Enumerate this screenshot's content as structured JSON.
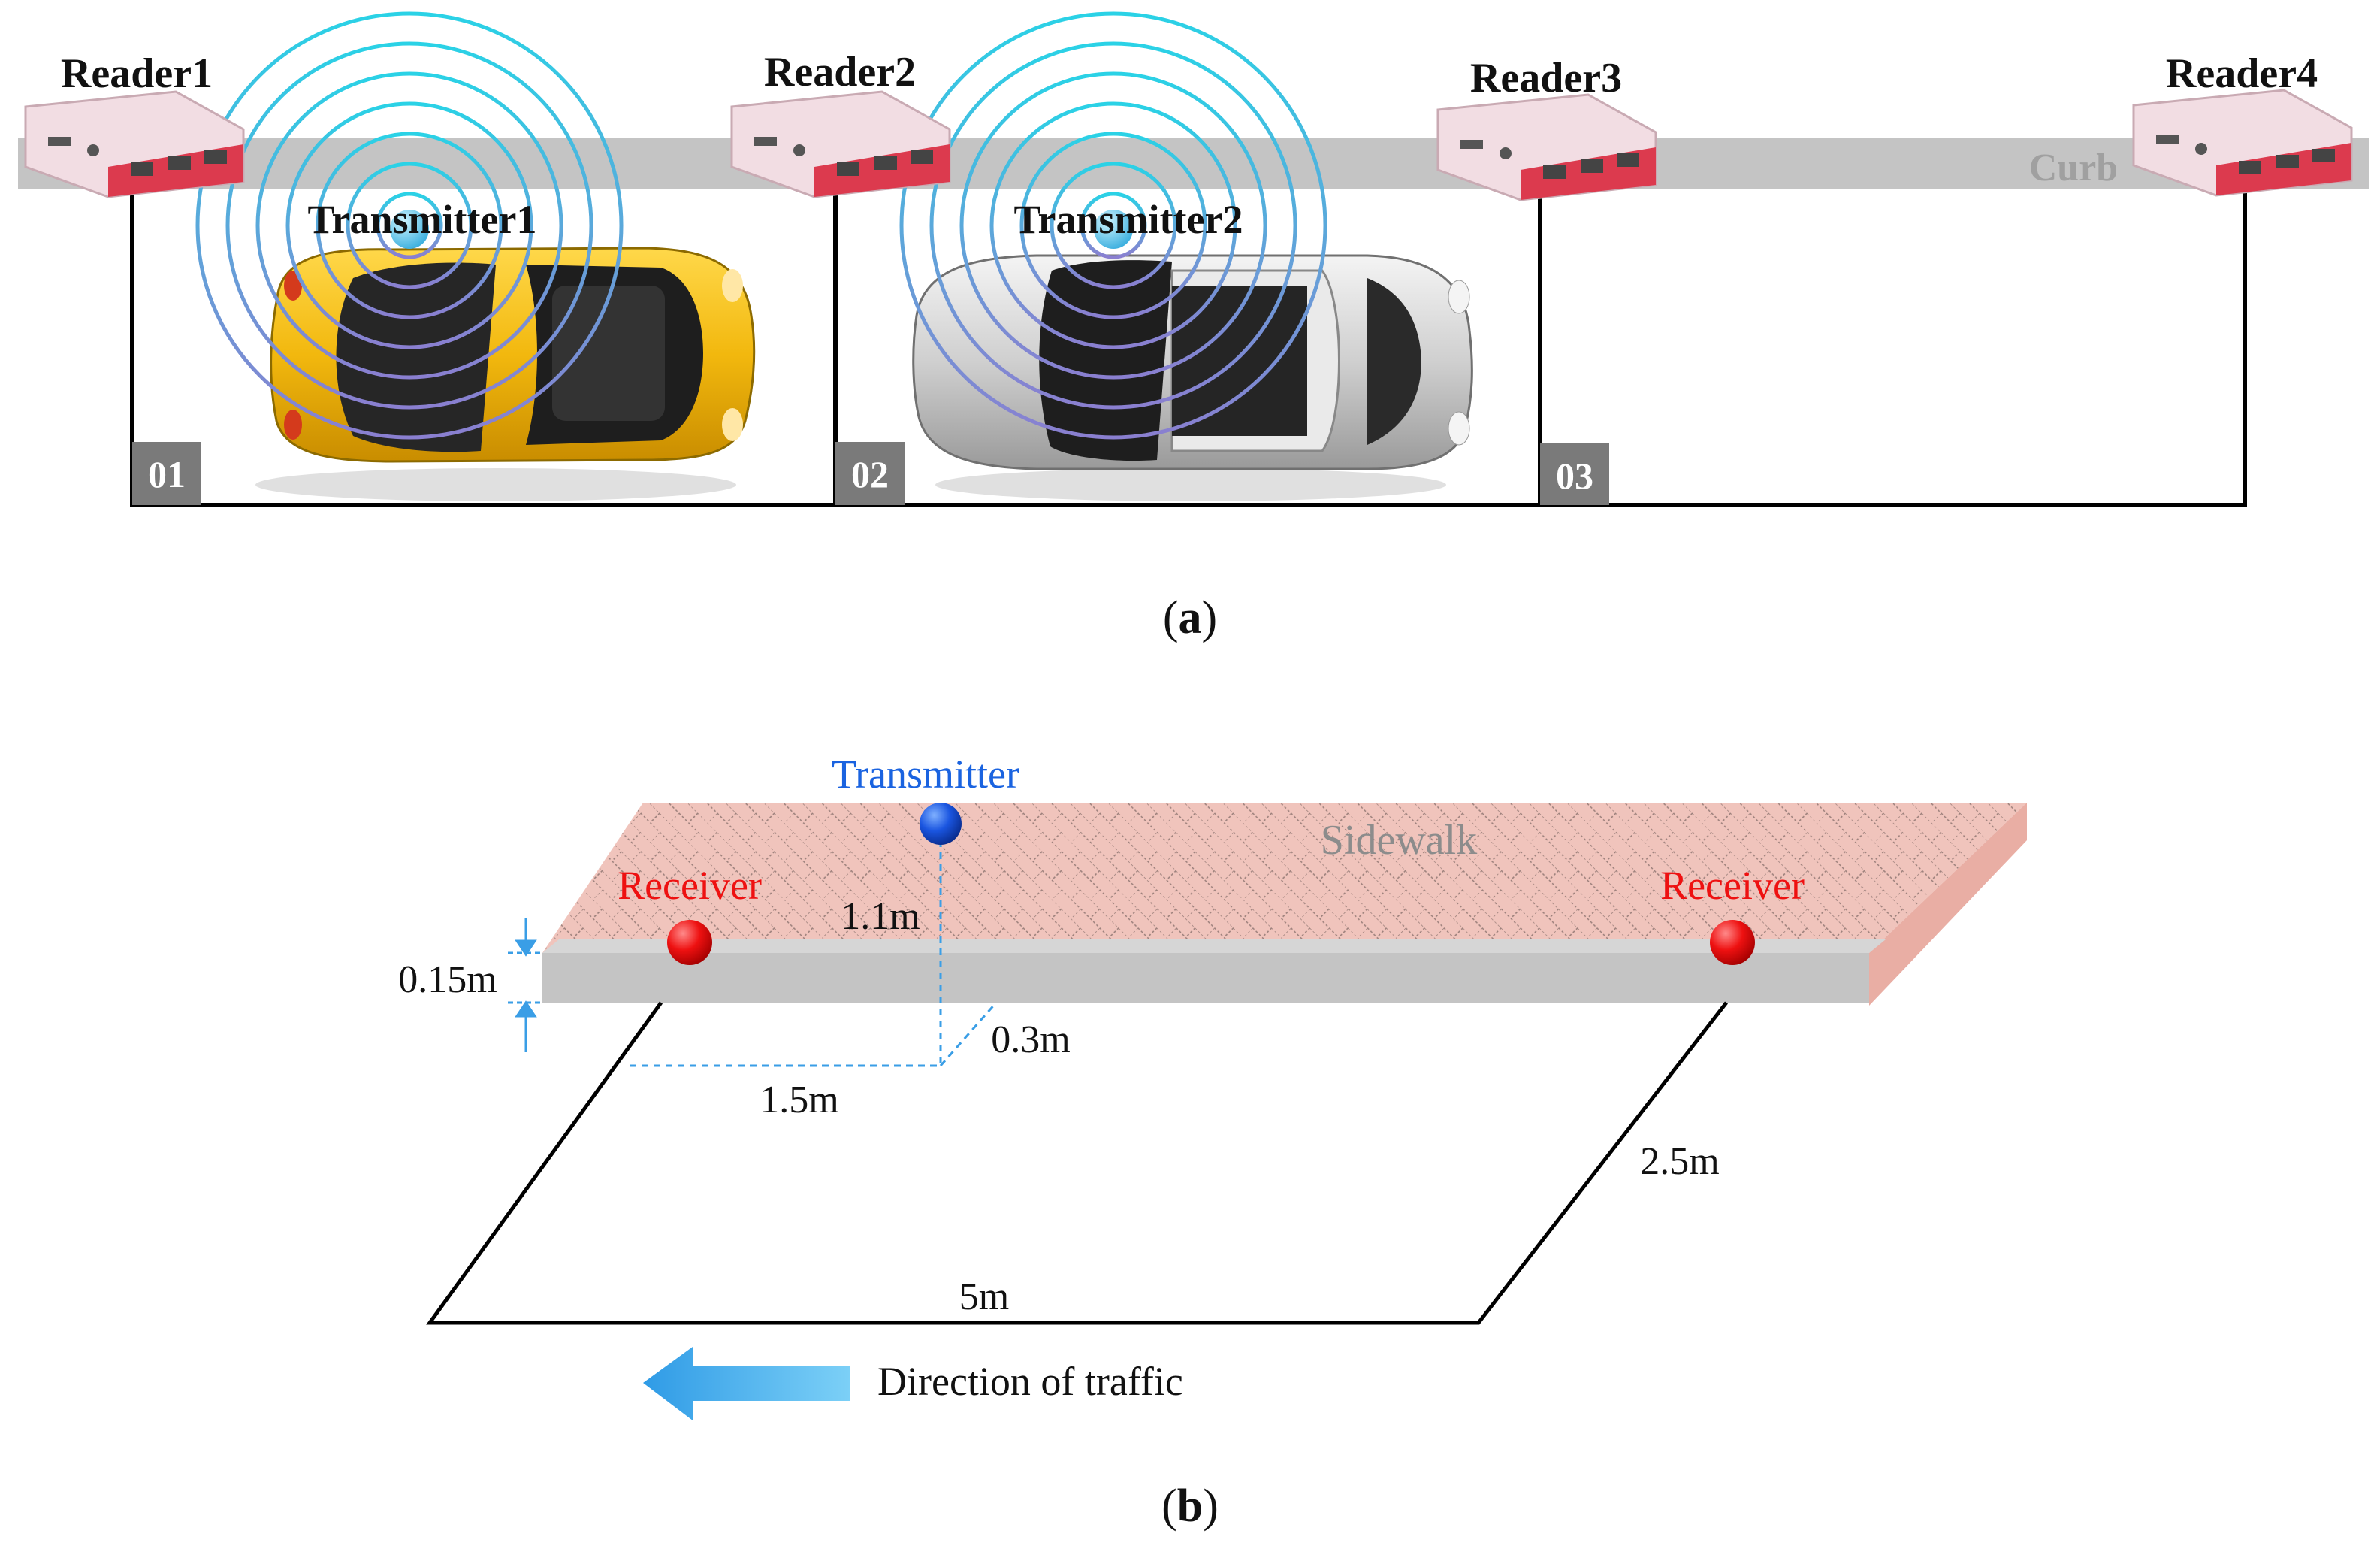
{
  "panel_a": {
    "readers": [
      "Reader1",
      "Reader2",
      "Reader3",
      "Reader4"
    ],
    "curb_label": "Curb",
    "transmitters": [
      "Transmitter1",
      "Transmitter2"
    ],
    "spot_numbers": [
      "01",
      "02",
      "03"
    ],
    "caption_letter": "a"
  },
  "panel_b": {
    "transmitter_label": "Transmitter",
    "sidewalk_label": "Sidewalk",
    "receiver_left": "Receiver",
    "receiver_right": "Receiver",
    "dim_curb_height": "0.15m",
    "dim_tx_height": "1.1m",
    "dim_tx_depth": "0.3m",
    "dim_tx_offset": "1.5m",
    "dim_width": "2.5m",
    "dim_length": "5m",
    "direction_label": "Direction of traffic",
    "caption_letter": "b"
  },
  "colors": {
    "transmitter": "#1a63e0",
    "receiver": "#ee1111",
    "curb": "#c4c4c4",
    "sidewalk": "#f0c4bc",
    "yellow_car": "#f2c21a",
    "silver_car": "#d8d8d8",
    "reader_pink": "#f2dde3",
    "reader_red": "#dc3a4e",
    "spot_badge": "#7a7a7a",
    "arrow": "#3aa6ea",
    "ring_inner": "#8a7fd0",
    "ring_outer": "#2ad2e6"
  }
}
